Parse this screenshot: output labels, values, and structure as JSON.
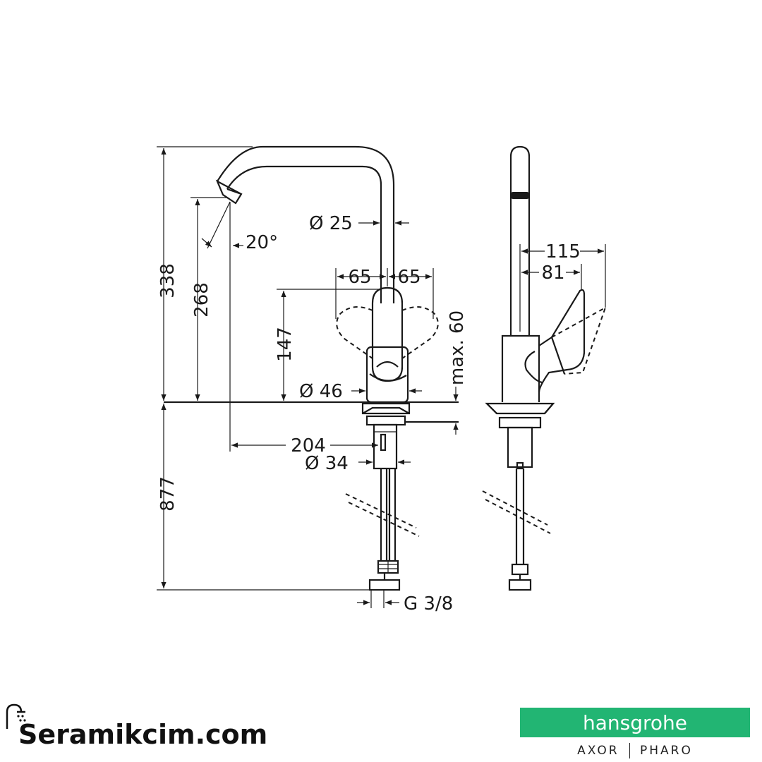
{
  "dimensions": {
    "total_height": "338",
    "outlet_height": "268",
    "spout_angle": "20°",
    "spout_diameter": "Ø 25",
    "handle_left": "65",
    "handle_right": "65",
    "handle_height": "147",
    "body_diameter": "Ø 46",
    "deck_thickness": "max. 60",
    "reach": "204",
    "shank_diameter": "Ø 34",
    "hose_length": "877",
    "connection": "G 3/8",
    "side_depth": "115",
    "side_handle": "81"
  },
  "branding": {
    "site_name": "Seramikcim.com",
    "brand": "hansgrohe",
    "sub_brand_1": "AXOR",
    "sub_brand_2": "PHARO",
    "brand_color": "#22b573"
  }
}
